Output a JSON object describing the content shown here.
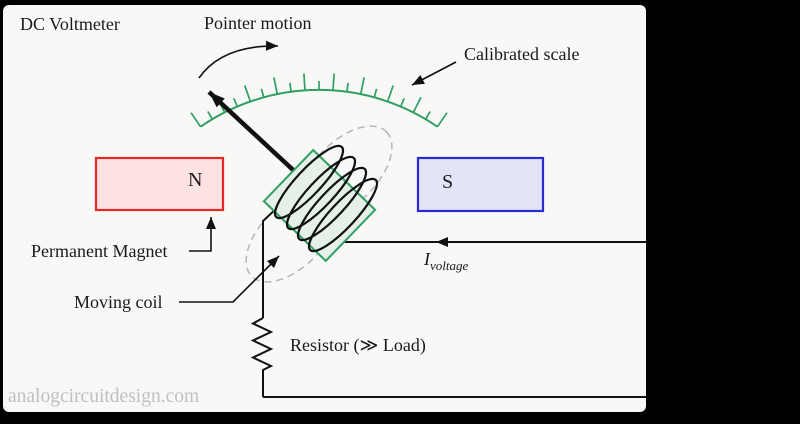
{
  "diagram": {
    "title": "DC Voltmeter",
    "watermark": "analogcircuitdesign.com",
    "labels": {
      "pointer_motion": "Pointer motion",
      "calibrated_scale": "Calibrated scale",
      "permanent_magnet": "Permanent Magnet",
      "moving_coil": "Moving coil",
      "resistor": "Resistor (≫  Load)",
      "current_symbol": "I",
      "current_subscript": "voltage"
    },
    "magnets": {
      "north": "N",
      "south": "S"
    },
    "scale": {
      "tick_count": 19
    },
    "colors": {
      "background": "#f8f8f7",
      "frame": "#000000",
      "scale_green": "#2f9e63",
      "coil_fill": "#e5f0e7",
      "magnet_n_border": "#e42828",
      "magnet_n_fill": "#fde2e2",
      "magnet_s_border": "#2b2bd5",
      "magnet_s_fill": "#e4e4f8",
      "wire": "#111111",
      "flux_dash": "#b5b5b5",
      "watermark_gray": "#bfbfbf"
    }
  }
}
